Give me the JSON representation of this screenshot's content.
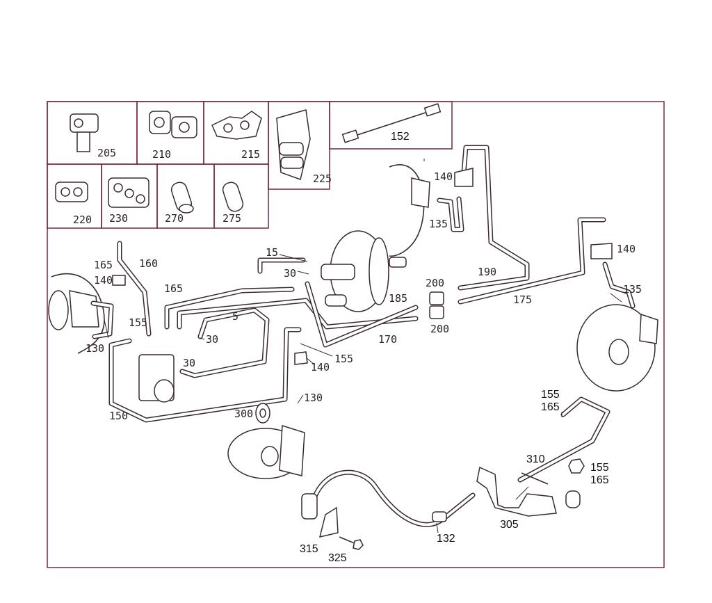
{
  "diagram": {
    "inset_labels": [
      "205",
      "210",
      "215",
      "225",
      "152",
      "220",
      "230",
      "270",
      "275"
    ],
    "callouts": {
      "c140a": "140",
      "c135a": "135",
      "c15": "15",
      "c30a": "30",
      "c190": "190",
      "c140b": "140",
      "c135b": "135",
      "c165a": "165",
      "c160": "160",
      "c140c": "140",
      "c165b": "165",
      "c200a": "200",
      "c185": "185",
      "c175": "175",
      "c200b": "200",
      "c5": "5",
      "c155a": "155",
      "c130a": "130",
      "c30b": "30",
      "c170": "170",
      "c30c": "30",
      "c155b": "155",
      "c140d": "140",
      "c150": "150",
      "c300": "300",
      "c130b": "130",
      "c155c": "155",
      "c165c": "165",
      "c310": "310",
      "c155d": "155",
      "c165d": "165",
      "c305": "305",
      "c132": "132",
      "c315": "315",
      "c325": "325"
    }
  }
}
